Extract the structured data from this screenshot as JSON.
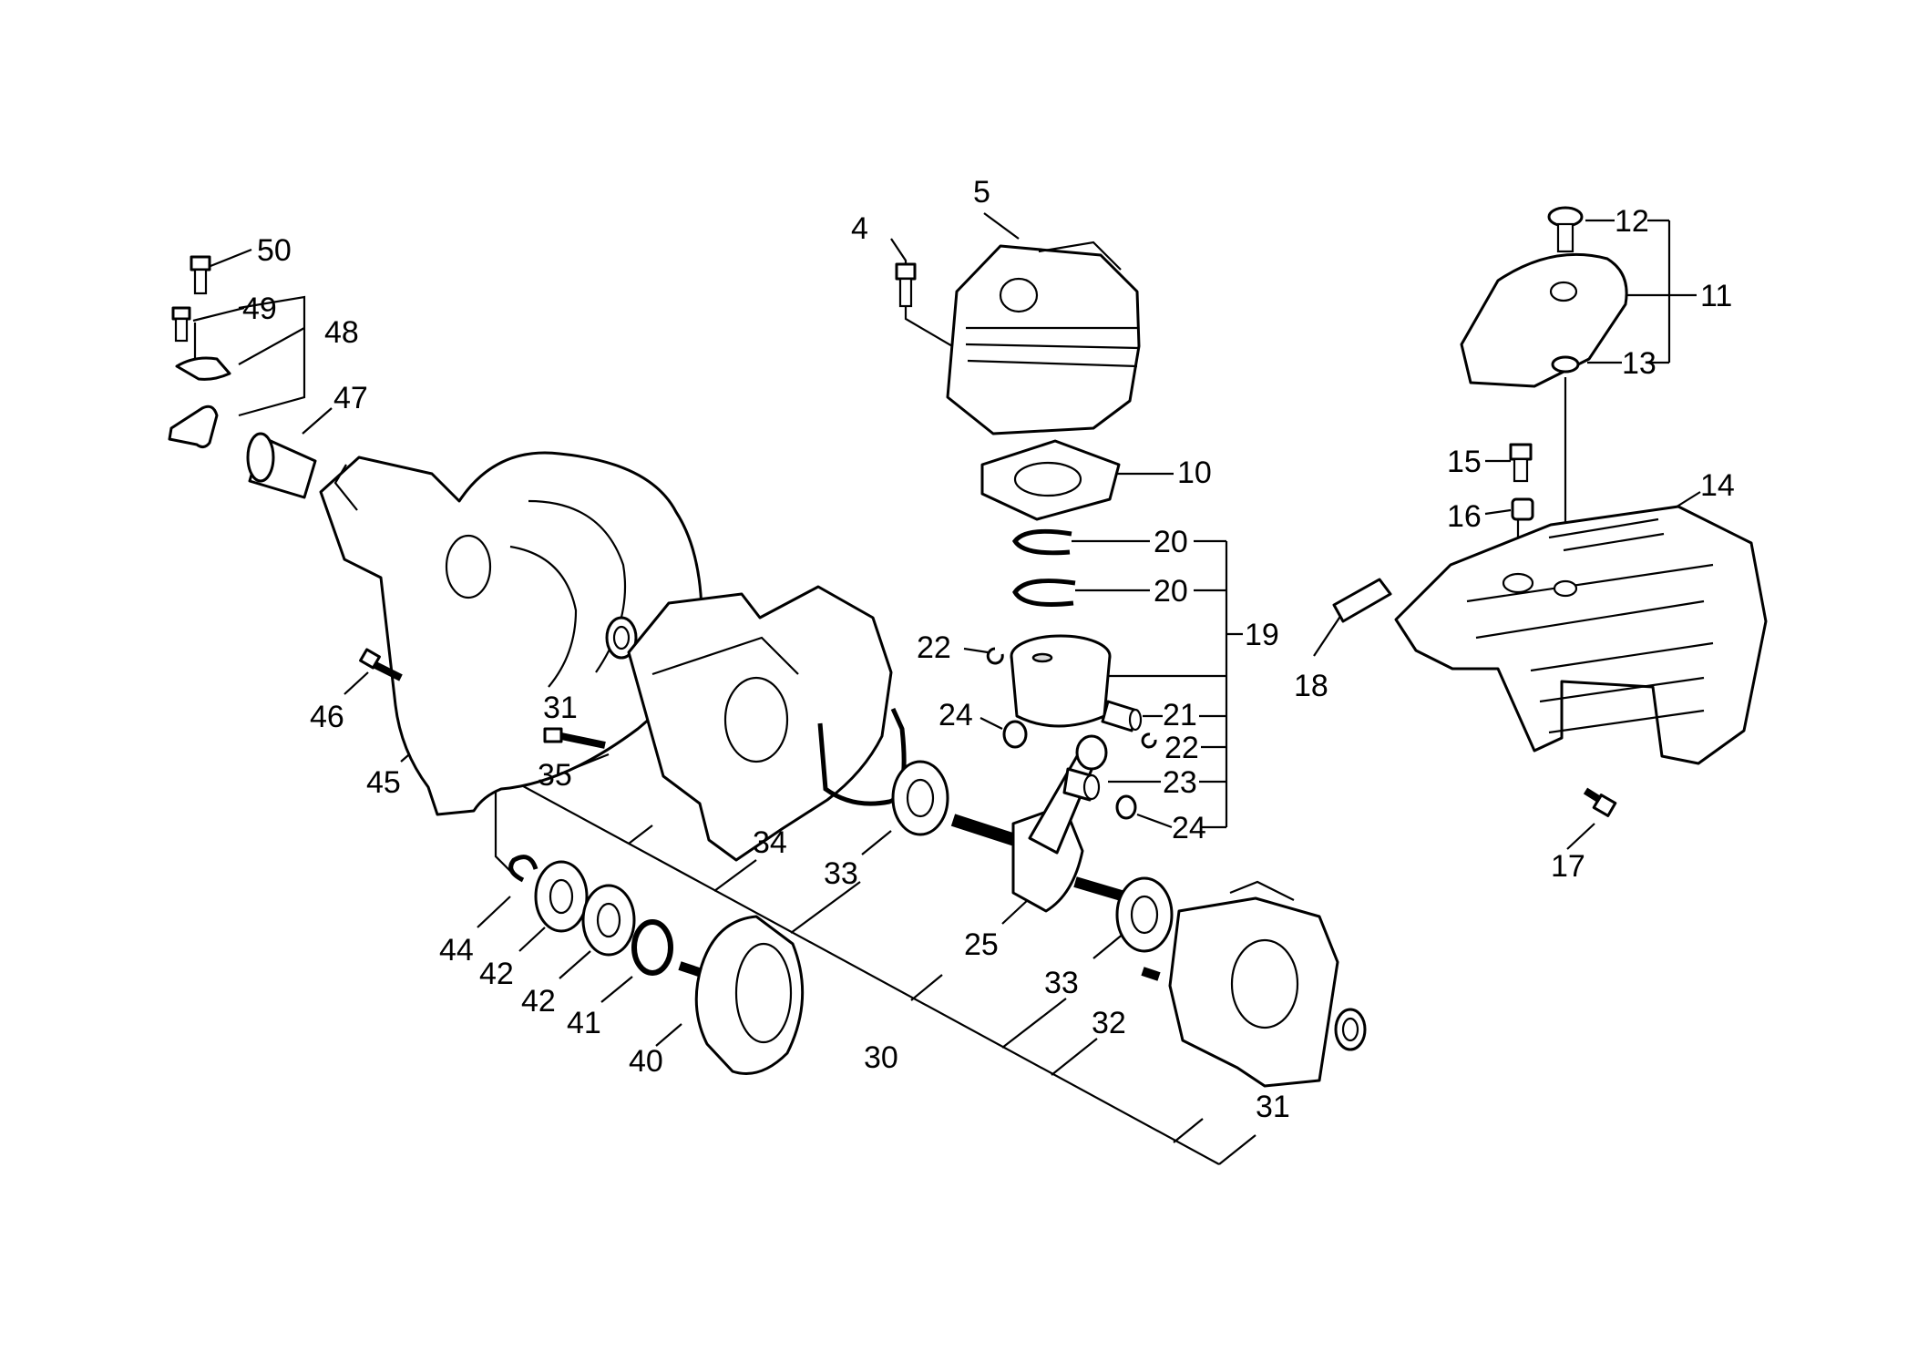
{
  "labels": {
    "p4": "4",
    "p5": "5",
    "p10": "10",
    "p11": "11",
    "p12": "12",
    "p13": "13",
    "p14": "14",
    "p15": "15",
    "p16": "16",
    "p17": "17",
    "p18": "18",
    "p19": "19",
    "p20a": "20",
    "p20b": "20",
    "p21": "21",
    "p22a": "22",
    "p22b": "22",
    "p23": "23",
    "p24a": "24",
    "p24b": "24",
    "p25": "25",
    "p30": "30",
    "p31a": "31",
    "p31b": "31",
    "p32": "32",
    "p33a": "33",
    "p33b": "33",
    "p34": "34",
    "p35": "35",
    "p40": "40",
    "p41": "41",
    "p42a": "42",
    "p42b": "42",
    "p44": "44",
    "p45": "45",
    "p46": "46",
    "p47": "47",
    "p48": "48",
    "p49": "49",
    "p50": "50"
  }
}
